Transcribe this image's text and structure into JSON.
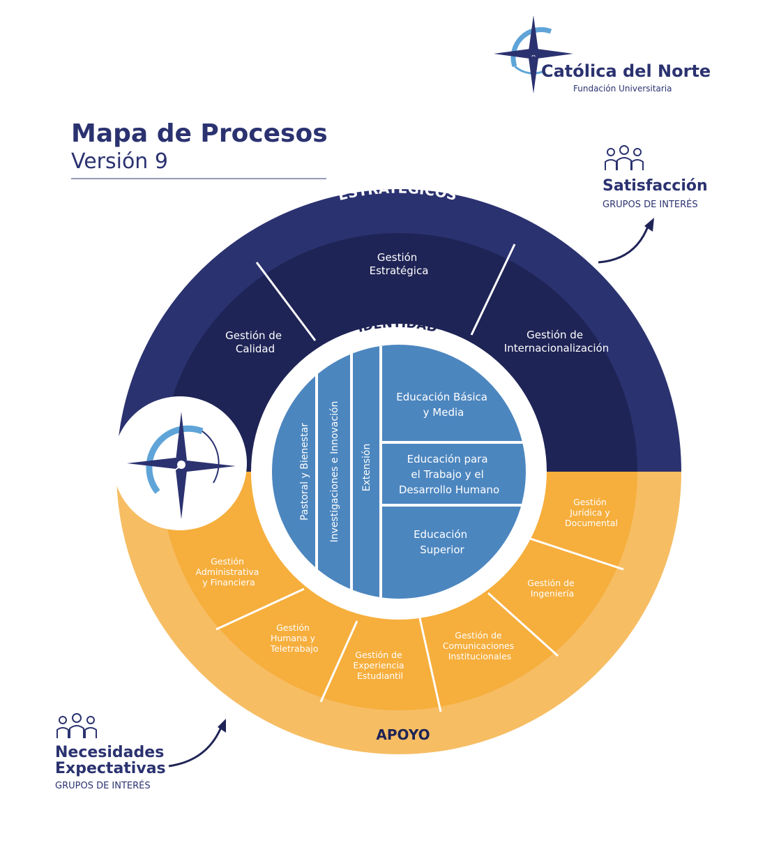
{
  "logo": {
    "name": "Católica del Norte",
    "subtitle": "Fundación Universitaria"
  },
  "header": {
    "title": "Mapa de Procesos",
    "version": "Versión 9"
  },
  "ring_labels": {
    "top": "ESTRATÉGICOS",
    "bottom": "APOYO",
    "identity": "IDENTIDAD"
  },
  "strategic": {
    "calidad": [
      "Gestión de",
      "Calidad"
    ],
    "estrategica": [
      "Gestión",
      "Estratégica"
    ],
    "internacional": [
      "Gestión de",
      "Internacionalización"
    ]
  },
  "support": {
    "juridica": [
      "Gestión",
      "Jurídica y",
      "Documental"
    ],
    "ingenieria": [
      "Gestión de",
      "Ingeniería"
    ],
    "comunicaciones": [
      "Gestión de",
      "Comunicaciones",
      "Institucionales"
    ],
    "experiencia": [
      "Gestión de",
      "Experiencia",
      "Estudiantil"
    ],
    "humana": [
      "Gestión",
      "Humana y",
      "Teletrabajo"
    ],
    "administrativa": [
      "Gestión",
      "Administrativa",
      "y Financiera"
    ]
  },
  "core": {
    "pastoral": "Pastoral y Bienestar",
    "investigaciones": "Investigaciones e Innovación",
    "extension": "Extensión",
    "basica": [
      "Educación Básica",
      "y Media"
    ],
    "trabajo": [
      "Educación para",
      "el Trabajo y el",
      "Desarrollo Humano"
    ],
    "superior": [
      "Educación",
      "Superior"
    ]
  },
  "satisfaccion": {
    "title": "Satisfacción",
    "subtitle": "GRUPOS DE INTERÉS"
  },
  "necesidades": {
    "line1": "Necesidades",
    "line2": "Expectativas",
    "subtitle": "GRUPOS DE INTERÉS"
  },
  "colors": {
    "navy": "#2b3270",
    "navy_dark": "#1f2456",
    "orange_ring": "#f6bd63",
    "orange": "#f6ae3c",
    "blue": "#4c86bf",
    "white": "#ffffff",
    "accent_blue": "#5fa4d8"
  },
  "icons": [
    "compass-star-icon",
    "people-group-icon",
    "curved-arrow-icon"
  ]
}
